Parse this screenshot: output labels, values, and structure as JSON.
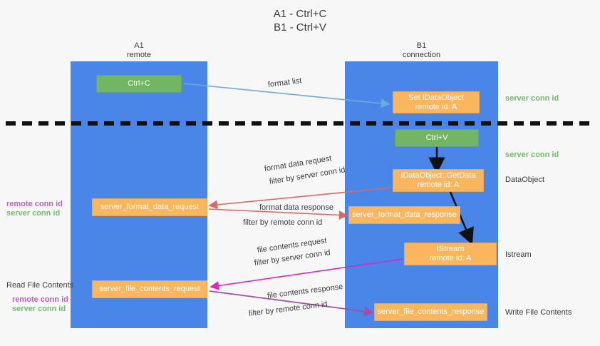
{
  "title": "A1 - Ctrl+C\nB1 - Ctrl+V",
  "columns": [
    {
      "name": "A1",
      "sub": "remote"
    },
    {
      "name": "B1",
      "sub": "connection"
    }
  ],
  "boxes": {
    "ctrl_c": {
      "line1": "Ctrl+C",
      "line2": ""
    },
    "set_dataobject": {
      "line1": "Set IDataObject",
      "line2": "remote id: A"
    },
    "ctrl_v": {
      "line1": "Ctrl+V",
      "line2": ""
    },
    "getdata": {
      "line1": "IDataObject::GetData",
      "line2": "remote id: A"
    },
    "istream": {
      "line1": "IStream",
      "line2": "remote id: A"
    },
    "server_format_data_request": {
      "line1": "server_format_data_request",
      "line2": ""
    },
    "server_format_data_response": {
      "line1": "server_format_data_response",
      "line2": ""
    },
    "server_file_contents_request": {
      "line1": "server_file_contents_request",
      "line2": ""
    },
    "server_file_contents_response": {
      "line1": "server_file_contents_response",
      "line2": ""
    }
  },
  "arrow_labels": {
    "format_list": "format list",
    "format_data_request": "format data request",
    "format_data_request_filter_prefix": "filter by",
    "format_data_request_filter_value": "server conn id",
    "format_data_response": "format data response",
    "format_data_response_filter_prefix": "filter by",
    "format_data_response_filter_value": "remote conn id",
    "file_contents_request": "file contents request",
    "file_contents_request_filter_prefix": "filter by",
    "file_contents_request_filter_value": "server conn id",
    "file_contents_response": "file contents response",
    "file_contents_response_filter_prefix": "filter by",
    "file_contents_response_filter_value": "remote conn id"
  },
  "side_labels": {
    "right_server_conn_id_top": "server conn id",
    "right_server_conn_id_mid": "server conn id",
    "right_dataobject": "DataObject",
    "right_istream": "Istream",
    "right_write_file_contents": "Write File Contents",
    "left_remote_conn_id_1": "remote conn id",
    "left_server_conn_id_1": "server conn id",
    "left_read_file_contents": "Read File Contents",
    "left_remote_conn_id_2": "remote conn id",
    "left_server_conn_id_2": "server conn id"
  },
  "colors": {
    "lane": "#4a86e8",
    "box_orange": "#f9b65d",
    "box_green": "#72b563",
    "green_text": "#73bb6d",
    "purple_text": "#c45ec4",
    "arrow_blue": "#6fa8dc",
    "arrow_red": "#e06666",
    "arrow_magenta": "#e91ec4",
    "arrow_purple": "#a64ca6",
    "arrow_black": "#111111",
    "background": "#f7f7f7"
  }
}
